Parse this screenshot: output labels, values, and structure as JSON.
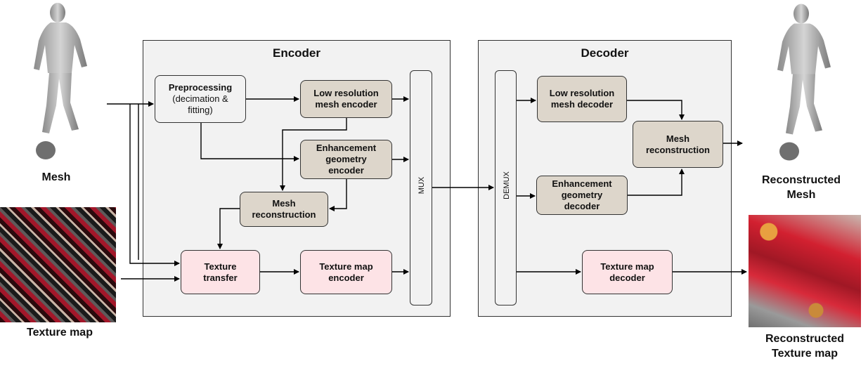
{
  "encoder": {
    "title": "Encoder",
    "preprocessing": {
      "title": "Preprocessing",
      "sub1": "(decimation &",
      "sub2": "fitting)"
    },
    "low_res_encoder": [
      "Low resolution",
      "mesh encoder"
    ],
    "enhancement_encoder": [
      "Enhancement",
      "geometry",
      "encoder"
    ],
    "mesh_reconstruction": [
      "Mesh",
      "reconstruction"
    ],
    "texture_transfer": [
      "Texture",
      "transfer"
    ],
    "texture_map_encoder": [
      "Texture map",
      "encoder"
    ],
    "mux": "MUX"
  },
  "decoder": {
    "title": "Decoder",
    "demux": "DEMUX",
    "low_res_decoder": [
      "Low resolution",
      "mesh decoder"
    ],
    "mesh_reconstruction": [
      "Mesh",
      "reconstruction"
    ],
    "enhancement_decoder": [
      "Enhancement",
      "geometry",
      "decoder"
    ],
    "texture_map_decoder": [
      "Texture map",
      "decoder"
    ]
  },
  "inputs": {
    "mesh": "Mesh",
    "texture_map": "Texture map"
  },
  "outputs": {
    "mesh": [
      "Reconstructed",
      "Mesh"
    ],
    "texture_map": [
      "Reconstructed",
      "Texture map"
    ]
  },
  "colors": {
    "module_fill": "#ddd6cb",
    "texture_fill": "#fde3e6",
    "panel_fill": "#f2f2f2"
  }
}
